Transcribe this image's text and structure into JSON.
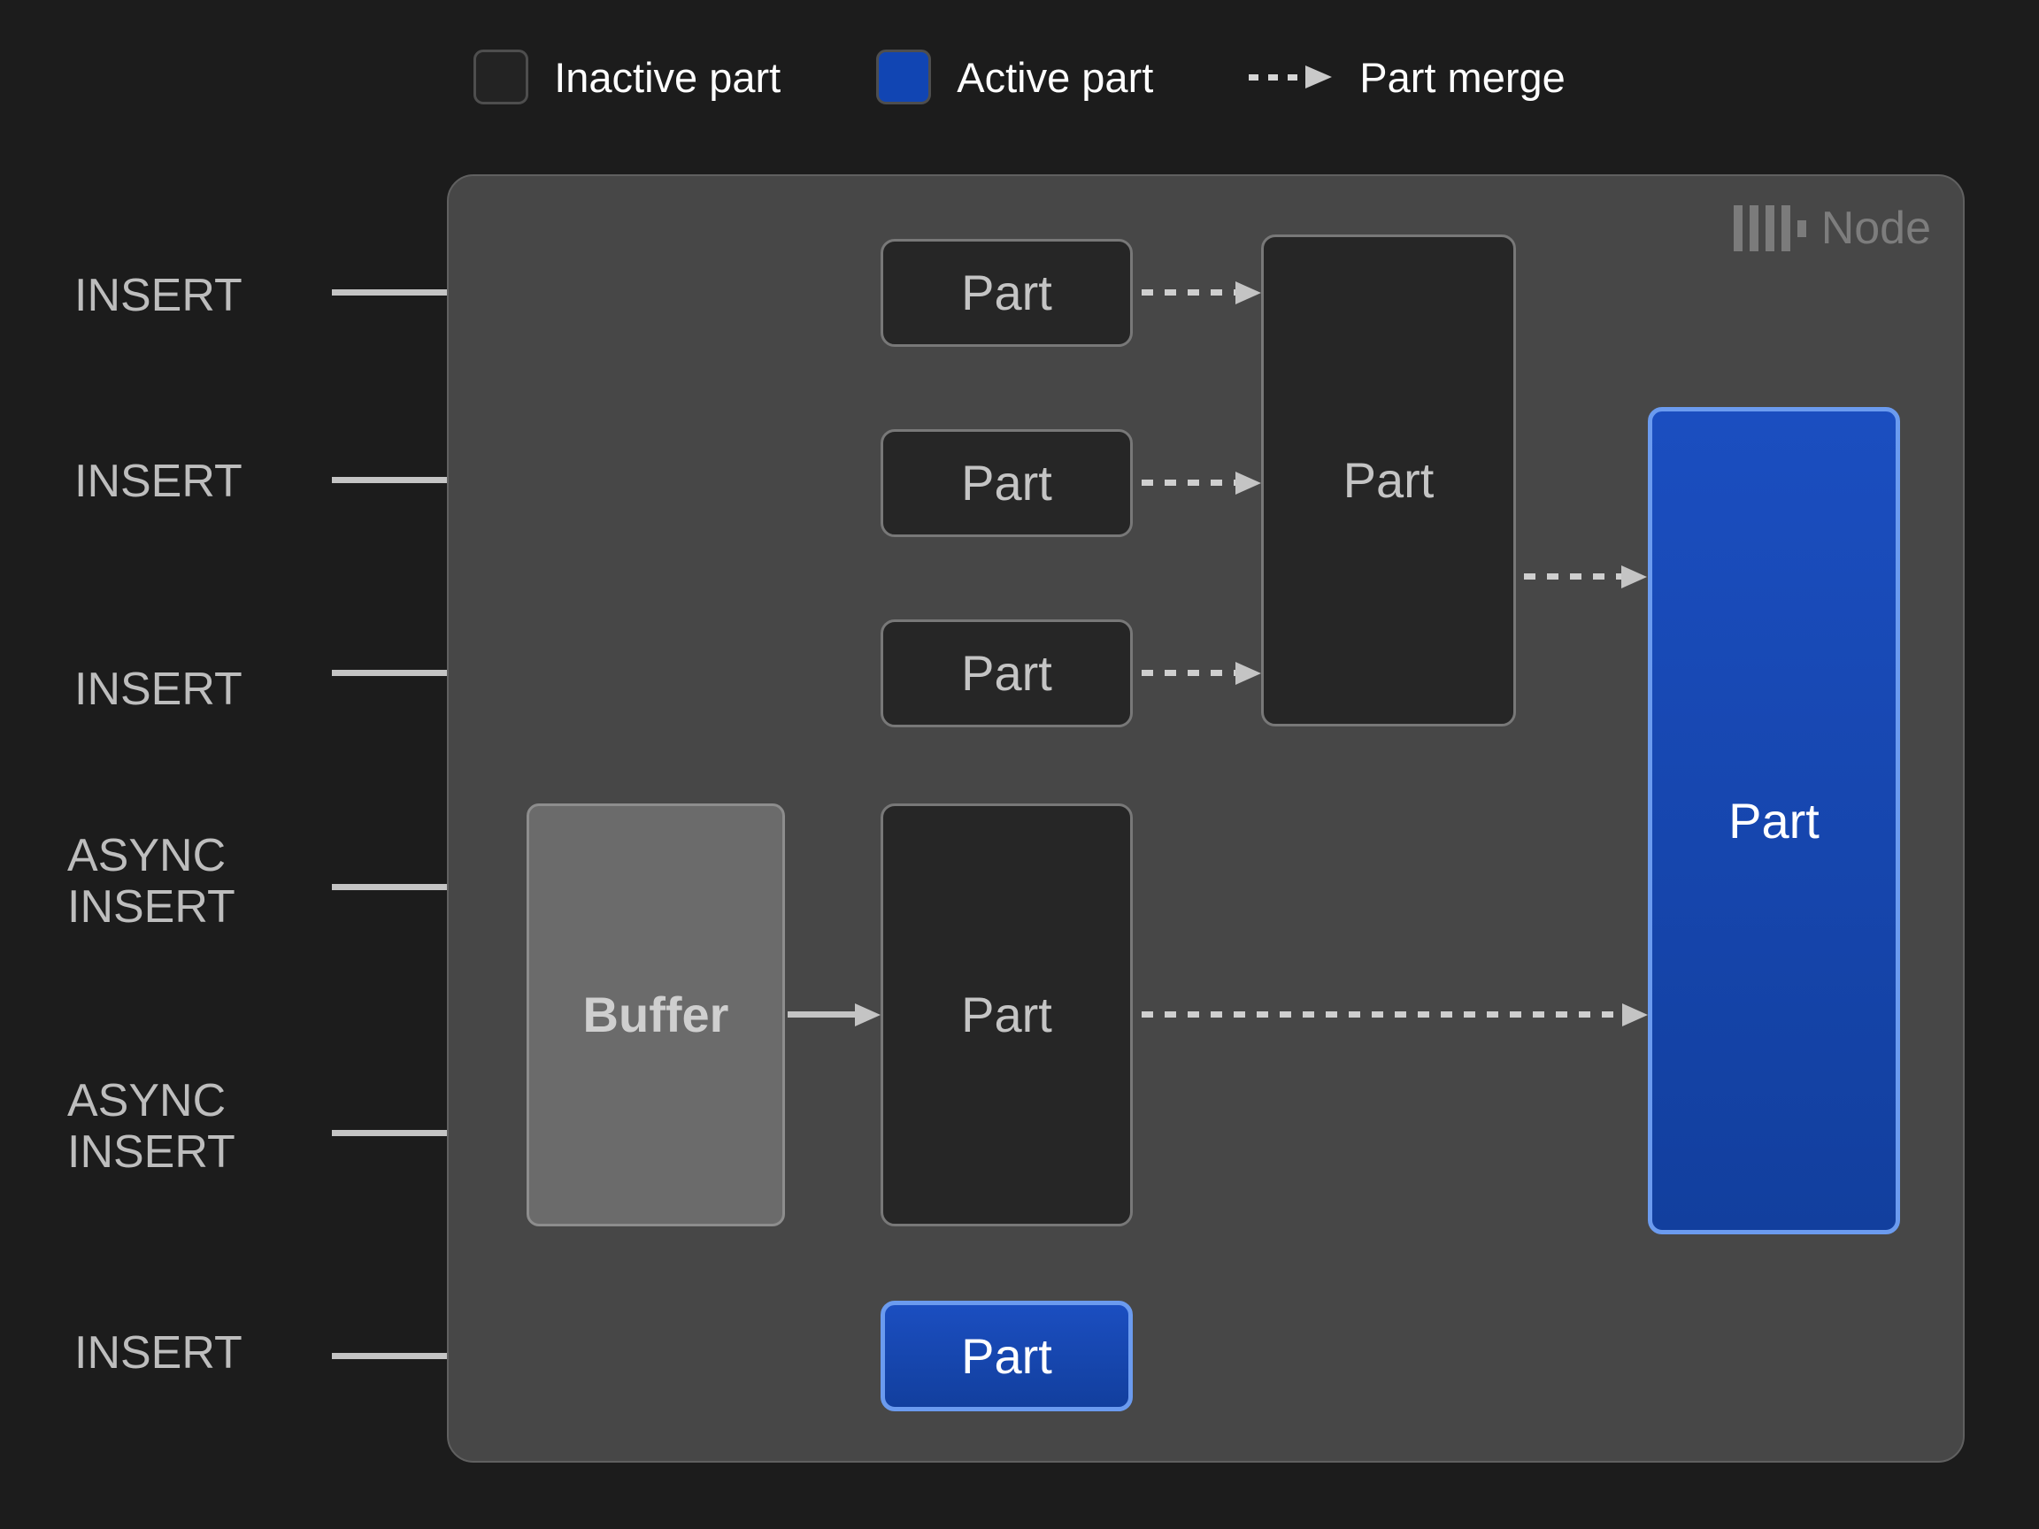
{
  "legend": {
    "items": [
      {
        "id": "inactive-part",
        "label": "Inactive part",
        "swatch": "inactive",
        "color": "#232323"
      },
      {
        "id": "active-part",
        "label": "Active part",
        "swatch": "active",
        "color": "#1145b3"
      },
      {
        "id": "part-merge",
        "label": "Part merge",
        "swatch": "dashed-arrow",
        "color": "#cfcfcf"
      }
    ]
  },
  "node": {
    "name": "Node",
    "logo_icon": "clickhouse-logo-icon",
    "fill": "#474747",
    "border": "#606060"
  },
  "sources": [
    {
      "id": "insert-1",
      "text": "INSERT"
    },
    {
      "id": "insert-2",
      "text": "INSERT"
    },
    {
      "id": "insert-3",
      "text": "INSERT"
    },
    {
      "id": "async-insert-1",
      "text": "ASYNC\nINSERT"
    },
    {
      "id": "async-insert-2",
      "text": "ASYNC\nINSERT"
    },
    {
      "id": "insert-4",
      "text": "INSERT"
    }
  ],
  "boxes": {
    "part_row_1": "Part",
    "part_row_2": "Part",
    "part_row_3": "Part",
    "merged_part": "Part",
    "buffer": "Buffer",
    "buffer_part": "Part",
    "active_part": "Part",
    "bottom_part": "Part"
  },
  "colors": {
    "background": "#1c1c1c",
    "inactive_fill": "#262626",
    "inactive_border": "#787878",
    "buffer_fill": "#6b6b6b",
    "active_fill": "#1348b0",
    "active_border": "#6b9bef",
    "arrow": "#c4c4c4",
    "text_light": "#c4c4c4",
    "text_white": "#ffffff"
  }
}
